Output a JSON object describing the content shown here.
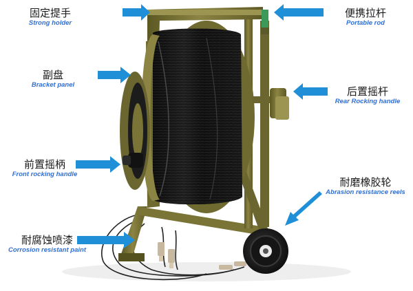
{
  "colors": {
    "caption_en": "#2f6fd6",
    "arrow": "#1f8fd8",
    "frame": "#7a7436",
    "frame_dark": "#56521f",
    "frame_light": "#9c9552",
    "cable": "#141414",
    "tire": "#1a1a1a",
    "connector_tip": "#2aa36a"
  },
  "callouts": [
    {
      "id": "strong-holder",
      "zh": "固定提手",
      "en": "Strong holder"
    },
    {
      "id": "portable-rod",
      "zh": "便携拉杆",
      "en": "Portable rod"
    },
    {
      "id": "bracket-panel",
      "zh": "副盘",
      "en": "Bracket panel"
    },
    {
      "id": "rear-rocking-handle",
      "zh": "后置摇杆",
      "en": "Rear Rocking handle"
    },
    {
      "id": "front-rocking-handle",
      "zh": "前置摇柄",
      "en": "Front rocking handle"
    },
    {
      "id": "abrasion-resistance-reels",
      "zh": "耐磨橡胶轮",
      "en": "Abrasion resistance reels"
    },
    {
      "id": "corrosion-resistant-paint",
      "zh": "耐腐蚀喷漆",
      "en": "Corrosion resistant paint"
    }
  ]
}
